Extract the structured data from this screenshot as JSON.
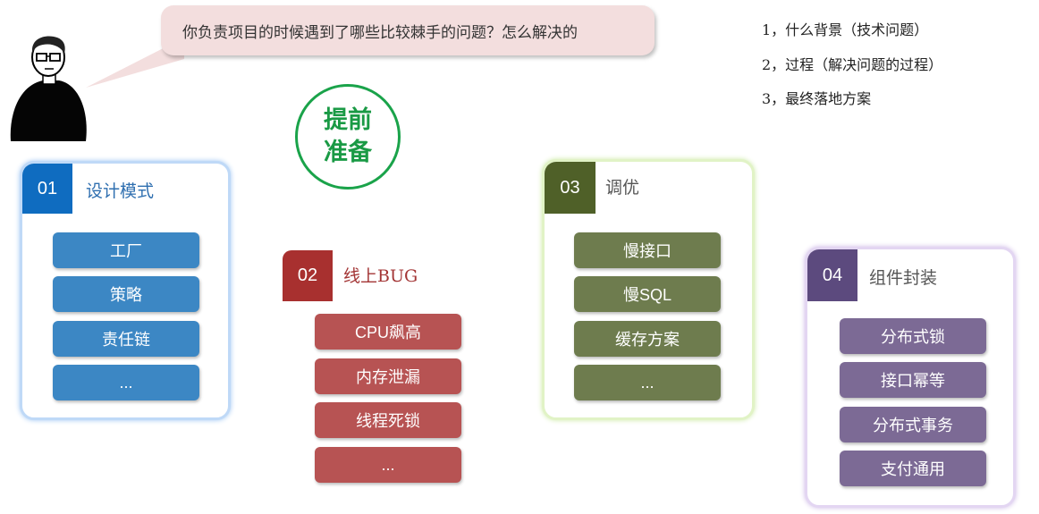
{
  "question": "你负责项目的时候遇到了哪些比较棘手的问题？怎么解决的",
  "notes": [
    "1，什么背景（技术问题）",
    "2，过程（解决问题的过程）",
    "3，最终落地方案"
  ],
  "prep": {
    "line1": "提前",
    "line2": "准备"
  },
  "sections": [
    {
      "num": "01",
      "title": "设计模式",
      "items": [
        "工厂",
        "策略",
        "责任链",
        "..."
      ],
      "color": "#0f6cc0"
    },
    {
      "num": "02",
      "title": "线上BUG",
      "items": [
        "CPU飙高",
        "内存泄漏",
        "线程死锁",
        "..."
      ],
      "color": "#a8302f"
    },
    {
      "num": "03",
      "title": "调优",
      "items": [
        "慢接口",
        "慢SQL",
        "缓存方案",
        "..."
      ],
      "color": "#4f6028"
    },
    {
      "num": "04",
      "title": "组件封装",
      "items": [
        "分布式锁",
        "接口幂等",
        "分布式事务",
        "支付通用"
      ],
      "color": "#5c4a7e"
    }
  ]
}
